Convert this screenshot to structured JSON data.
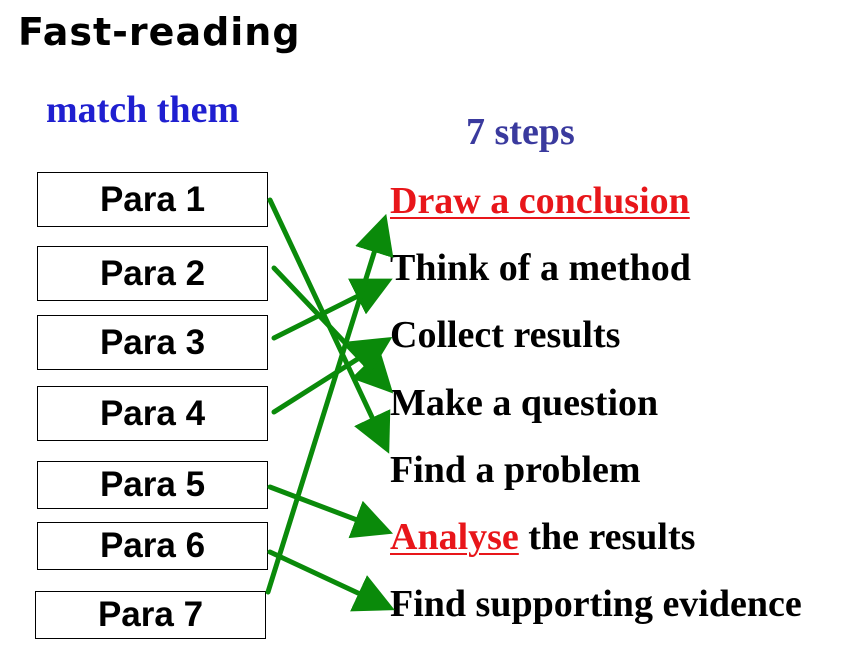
{
  "title": "Fast-reading",
  "subtitle": "match them",
  "steps_heading": "7 steps",
  "paras": [
    "Para 1",
    "Para 2",
    "Para 3",
    "Para 4",
    "Para 5",
    "Para 6",
    "Para 7"
  ],
  "steps": {
    "s1": "Draw a conclusion",
    "s2": "Think of a method",
    "s3": "Collect results",
    "s4": "Make a question",
    "s5": "Find a problem",
    "s6_highlight": "Analyse",
    "s6_rest": " the results",
    "s7": "Find supporting evidence"
  },
  "colors": {
    "arrow": "#0a8a0a",
    "subtitle": "#1f1fd0",
    "steps_heading": "#3a3a9e",
    "highlight": "#e8161a"
  },
  "matches": [
    {
      "para": "Para 1",
      "step": "Find a problem"
    },
    {
      "para": "Para 2",
      "step": "Make a question"
    },
    {
      "para": "Para 3",
      "step": "Think of a method"
    },
    {
      "para": "Para 4",
      "step": "Collect results"
    },
    {
      "para": "Para 5",
      "step": "Analyse the results"
    },
    {
      "para": "Para 6",
      "step": "Find supporting evidence"
    },
    {
      "para": "Para 7",
      "step": "Draw a conclusion"
    }
  ]
}
